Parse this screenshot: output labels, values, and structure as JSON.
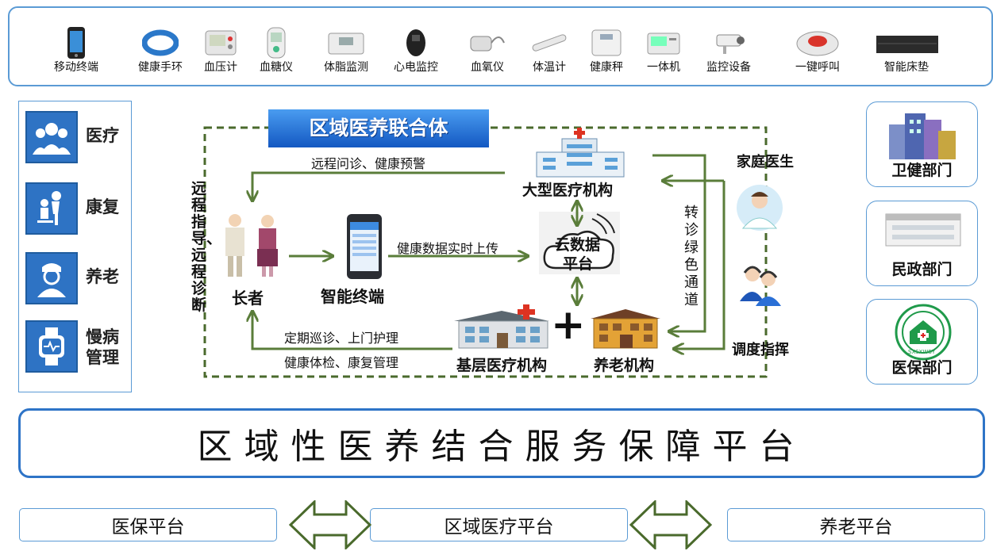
{
  "devices": [
    {
      "label": "移动终端",
      "icon": "mobile-phone-icon"
    },
    {
      "label": "健康手环",
      "icon": "wristband-icon"
    },
    {
      "label": "血压计",
      "icon": "blood-pressure-monitor-icon"
    },
    {
      "label": "血糖仪",
      "icon": "glucose-meter-icon"
    },
    {
      "label": "体脂监测",
      "icon": "body-fat-scale-icon"
    },
    {
      "label": "心电监控",
      "icon": "ecg-monitor-icon"
    },
    {
      "label": "血氧仪",
      "icon": "oximeter-icon"
    },
    {
      "label": "体温计",
      "icon": "thermometer-icon"
    },
    {
      "label": "健康秤",
      "icon": "health-scale-icon"
    },
    {
      "label": "一体机",
      "icon": "all-in-one-machine-icon"
    },
    {
      "label": "监控设备",
      "icon": "surveillance-camera-icon"
    },
    {
      "label": "一键呼叫",
      "icon": "emergency-call-button-icon"
    },
    {
      "label": "智能床垫",
      "icon": "smart-mattress-icon"
    }
  ],
  "services": [
    {
      "label": "医疗",
      "icon": "doctors-icon"
    },
    {
      "label": "康复",
      "icon": "rehabilitation-icon"
    },
    {
      "label": "养老",
      "icon": "nurse-icon"
    },
    {
      "label": "慢病\n管理",
      "label_line1": "慢病",
      "label_line2": "管理",
      "icon": "smartwatch-heart-icon"
    }
  ],
  "consortium": {
    "title": "区域医养联合体",
    "left_vertical_1": "远程指导、远程诊断",
    "elder": "长者",
    "terminal": "智能终端",
    "cloud_line1": "云数据",
    "cloud_line2": "平台",
    "hospital": "大型医疗机构",
    "primary": "基层医疗机构",
    "elderly_care": "养老机构",
    "plus": "+",
    "arrow_remote_consult": "远程问诊、健康预警",
    "arrow_upload": "健康数据实时上传",
    "arrow_patrol": "定期巡诊、上门护理",
    "arrow_checkup": "健康体检、康复管理",
    "referral_vertical": "转诊绿色通道",
    "family_doctor": "家庭医生",
    "dispatch": "调度指挥"
  },
  "departments": [
    {
      "label": "卫健部门",
      "icon": "buildings-icon"
    },
    {
      "label": "民政部门",
      "icon": "office-building-icon"
    },
    {
      "label": "医保部门",
      "icon": "medical-insurance-logo-icon",
      "logo_text": "SXSXWSY"
    }
  ],
  "main_platform": "区域性医养结合服务保障平台",
  "sub_platforms": [
    "医保平台",
    "区域医疗平台",
    "养老平台"
  ],
  "colors": {
    "accent_blue": "#2e74c7",
    "arrow_green": "#5a7d3a",
    "panel_border": "#5b9bd5",
    "title_banner": "#1f6fd6"
  }
}
